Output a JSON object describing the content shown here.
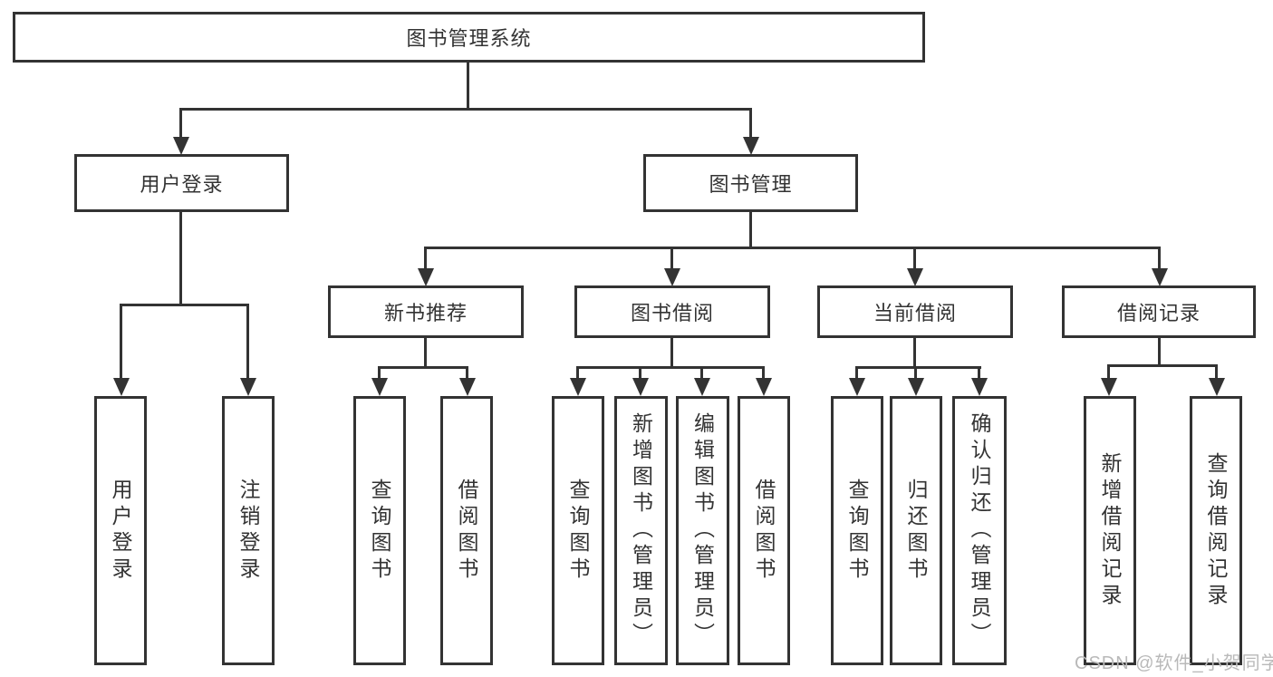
{
  "diagram": {
    "root": {
      "label": "图书管理系统"
    },
    "user_login": {
      "label": "用户登录",
      "children": [
        {
          "label": "用户登录"
        },
        {
          "label": "注销登录"
        }
      ]
    },
    "book_mgmt": {
      "label": "图书管理",
      "groups": [
        {
          "label": "新书推荐",
          "children": [
            {
              "label": "查询图书"
            },
            {
              "label": "借阅图书"
            }
          ]
        },
        {
          "label": "图书借阅",
          "children": [
            {
              "label": "查询图书"
            },
            {
              "label": "新增图书（管理员）"
            },
            {
              "label": "编辑图书（管理员）"
            },
            {
              "label": "借阅图书"
            }
          ]
        },
        {
          "label": "当前借阅",
          "children": [
            {
              "label": "查询图书"
            },
            {
              "label": "归还图书"
            },
            {
              "label": "确认归还（管理员）"
            }
          ]
        },
        {
          "label": "借阅记录",
          "children": [
            {
              "label": "新增借阅记录"
            },
            {
              "label": "查询借阅记录"
            }
          ]
        }
      ]
    }
  },
  "watermark": {
    "text": "CSDN @软件_小贺同学"
  },
  "colors": {
    "line": "#333333",
    "box_border": "#333333",
    "text": "#333333",
    "watermark": "#b9b9b9",
    "background": "#ffffff"
  }
}
